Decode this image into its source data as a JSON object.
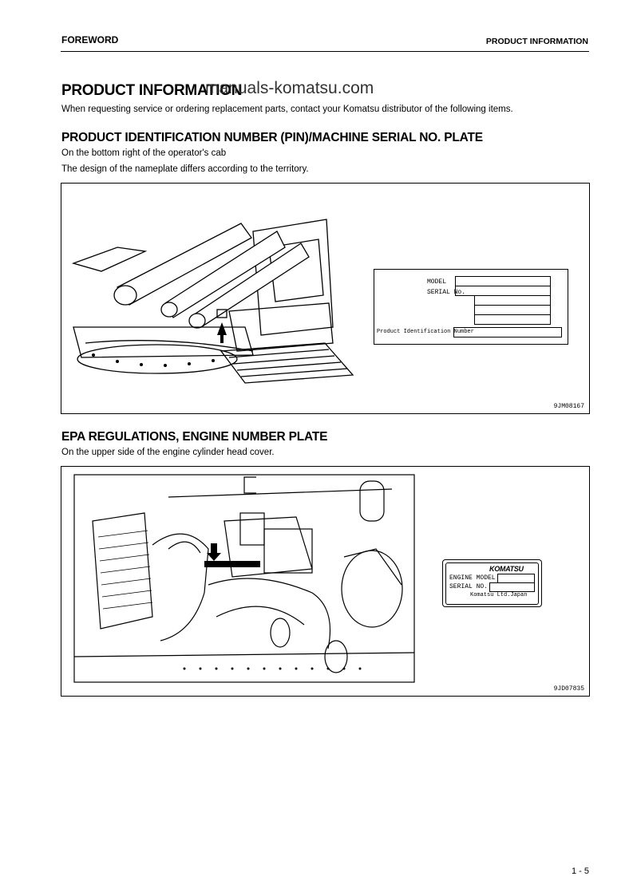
{
  "header": {
    "left": "FOREWORD",
    "right": "PRODUCT INFORMATION"
  },
  "watermark": "manuals-komatsu.com",
  "page_title": "PRODUCT INFORMATION",
  "intro": "When requesting service or ordering replacement parts, contact your Komatsu distributor of the following items.",
  "section1": {
    "heading": "PRODUCT IDENTIFICATION NUMBER (PIN)/MACHINE SERIAL NO. PLATE",
    "line1": "On the bottom right of the operator's cab",
    "line2": "The design of the nameplate differs according to the territory.",
    "figure_code": "9JM08167",
    "plate": {
      "model_label": "MODEL",
      "serial_label": "SERIAL No.",
      "pin_label": "Product Identification Number"
    }
  },
  "section2": {
    "heading": "EPA REGULATIONS, ENGINE NUMBER PLATE",
    "line1": "On the upper side of the engine cylinder head cover.",
    "figure_code": "9JD07835",
    "plate": {
      "brand": "KOMATSU",
      "engine_model_label": "ENGINE MODEL",
      "serial_label": "SERIAL NO.",
      "maker": "Komatsu Ltd.Japan"
    }
  },
  "footer": {
    "page_number": "1 - 5"
  }
}
